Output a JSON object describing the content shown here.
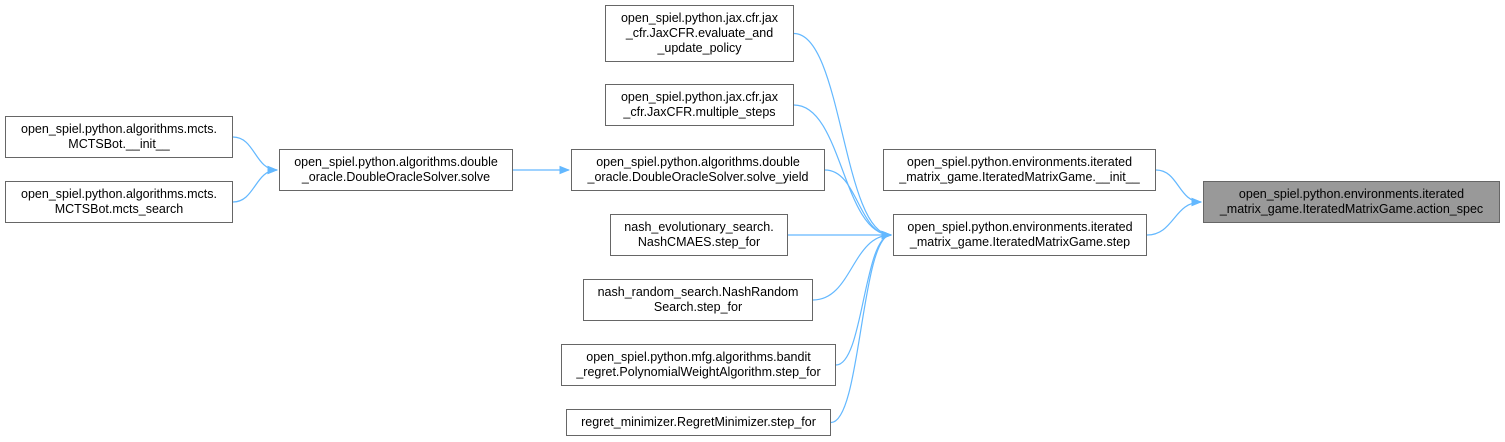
{
  "colors": {
    "edge": "#63b8ff",
    "node_border": "#666666",
    "node_fill": "#ffffff",
    "focus_fill": "#999999"
  },
  "nodes": [
    {
      "id": "mcts_init",
      "lines": [
        "open_spiel.python.algorithms.mcts.",
        "MCTSBot.__init__"
      ]
    },
    {
      "id": "mcts_search",
      "lines": [
        "open_spiel.python.algorithms.mcts.",
        "MCTSBot.mcts_search"
      ]
    },
    {
      "id": "do_solve",
      "lines": [
        "open_spiel.python.algorithms.double",
        "_oracle.DoubleOracleSolver.solve"
      ]
    },
    {
      "id": "jax_eval",
      "lines": [
        "open_spiel.python.jax.cfr.jax",
        "_cfr.JaxCFR.evaluate_and",
        "_update_policy"
      ]
    },
    {
      "id": "jax_multi",
      "lines": [
        "open_spiel.python.jax.cfr.jax",
        "_cfr.JaxCFR.multiple_steps"
      ]
    },
    {
      "id": "do_yield",
      "lines": [
        "open_spiel.python.algorithms.double",
        "_oracle.DoubleOracleSolver.solve_yield"
      ]
    },
    {
      "id": "nash_evo",
      "lines": [
        "nash_evolutionary_search.",
        "NashCMAES.step_for"
      ]
    },
    {
      "id": "nash_rand",
      "lines": [
        "nash_random_search.NashRandom",
        "Search.step_for"
      ]
    },
    {
      "id": "bandit",
      "lines": [
        "open_spiel.python.mfg.algorithms.bandit",
        "_regret.PolynomialWeightAlgorithm.step_for"
      ]
    },
    {
      "id": "regret",
      "lines": [
        "regret_minimizer.RegretMinimizer.step_for"
      ]
    },
    {
      "id": "img_init",
      "lines": [
        "open_spiel.python.environments.iterated",
        "_matrix_game.IteratedMatrixGame.__init__"
      ]
    },
    {
      "id": "img_step",
      "lines": [
        "open_spiel.python.environments.iterated",
        "_matrix_game.IteratedMatrixGame.step"
      ]
    },
    {
      "id": "img_action_spec",
      "focus": true,
      "lines": [
        "open_spiel.python.environments.iterated",
        "_matrix_game.IteratedMatrixGame.action_spec"
      ]
    }
  ],
  "edges": [
    {
      "from": "img_init",
      "to": "img_action_spec"
    },
    {
      "from": "img_step",
      "to": "img_action_spec"
    },
    {
      "from": "jax_eval",
      "to": "img_step"
    },
    {
      "from": "jax_multi",
      "to": "img_step"
    },
    {
      "from": "do_yield",
      "to": "img_step"
    },
    {
      "from": "nash_evo",
      "to": "img_step"
    },
    {
      "from": "nash_rand",
      "to": "img_step"
    },
    {
      "from": "bandit",
      "to": "img_step"
    },
    {
      "from": "regret",
      "to": "img_step"
    },
    {
      "from": "do_solve",
      "to": "do_yield"
    },
    {
      "from": "mcts_init",
      "to": "do_solve"
    },
    {
      "from": "mcts_search",
      "to": "do_solve"
    }
  ]
}
